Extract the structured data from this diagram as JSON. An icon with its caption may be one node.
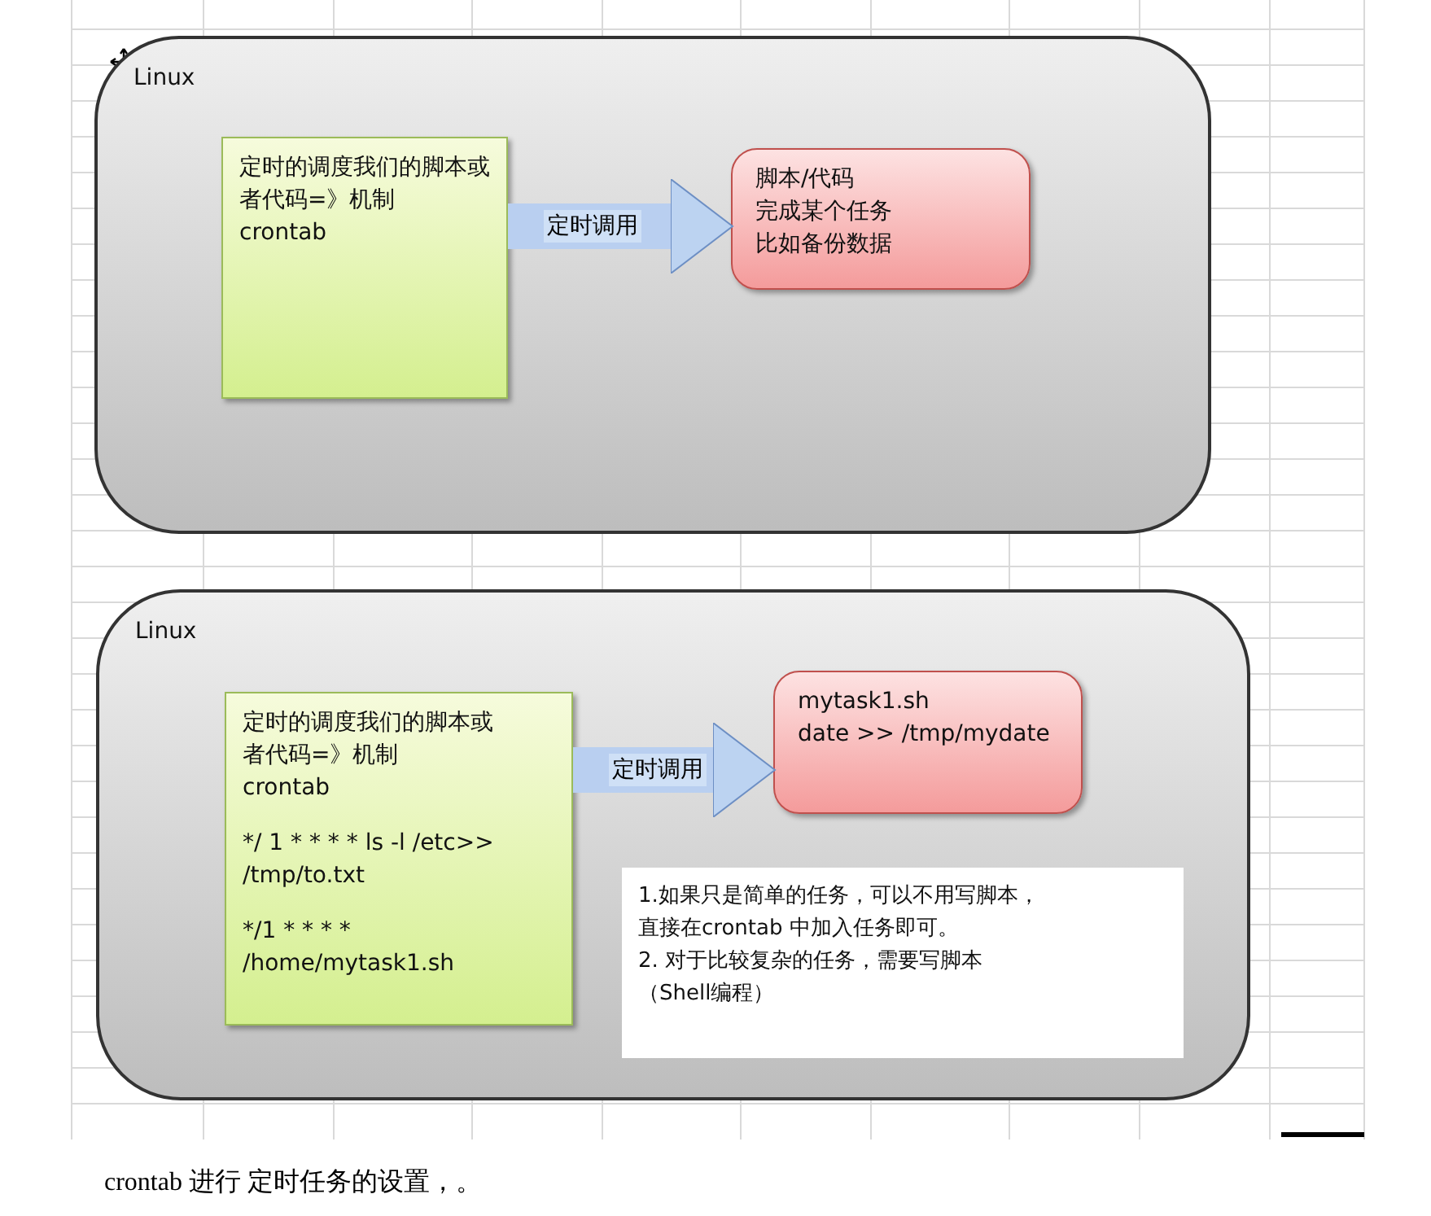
{
  "diagram": {
    "caption": "crontab 进行 定时任务的设置，。",
    "nodes": [
      {
        "text": [
          "Linux"
        ]
      },
      {
        "text": [
          "定时的调度我们的脚本或者代码=》机制",
          "crontab"
        ],
        "in": 0
      },
      {
        "text": [
          "脚本/代码",
          "完成某个任务",
          "比如备份数据"
        ],
        "in": 0
      },
      {
        "text": [
          "Linux"
        ]
      },
      {
        "text": [
          "定时的调度我们的脚本或者代码=》机制",
          "crontab",
          "*/ 1 * * * * ls -l /etc>> /tmp/to.txt",
          "*/1 * * * * /home/mytask1.sh"
        ],
        "in": 3
      },
      {
        "text": [
          "mytask1.sh",
          "date >> /tmp/mydate"
        ],
        "in": 3
      },
      {
        "text": [
          "1.如果只是简单的任务，可以不用写脚本，直接在crontab 中加入任务即可。",
          "2. 对于比较复杂的任务，需要写脚本（Shell编程）"
        ],
        "in": 3
      }
    ],
    "edges": [
      {
        "from": 1,
        "to": 2,
        "arrow": "to",
        "label": "定时调用"
      },
      {
        "from": 4,
        "to": 5,
        "arrow": "to",
        "label": "定时调用"
      }
    ]
  }
}
